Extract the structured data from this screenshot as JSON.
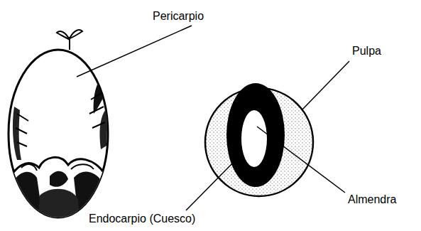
{
  "diagram": {
    "labels": [
      "Pericarpio",
      "Pulpa",
      "Almendra",
      "Endocarpio (Cuesco)"
    ]
  }
}
